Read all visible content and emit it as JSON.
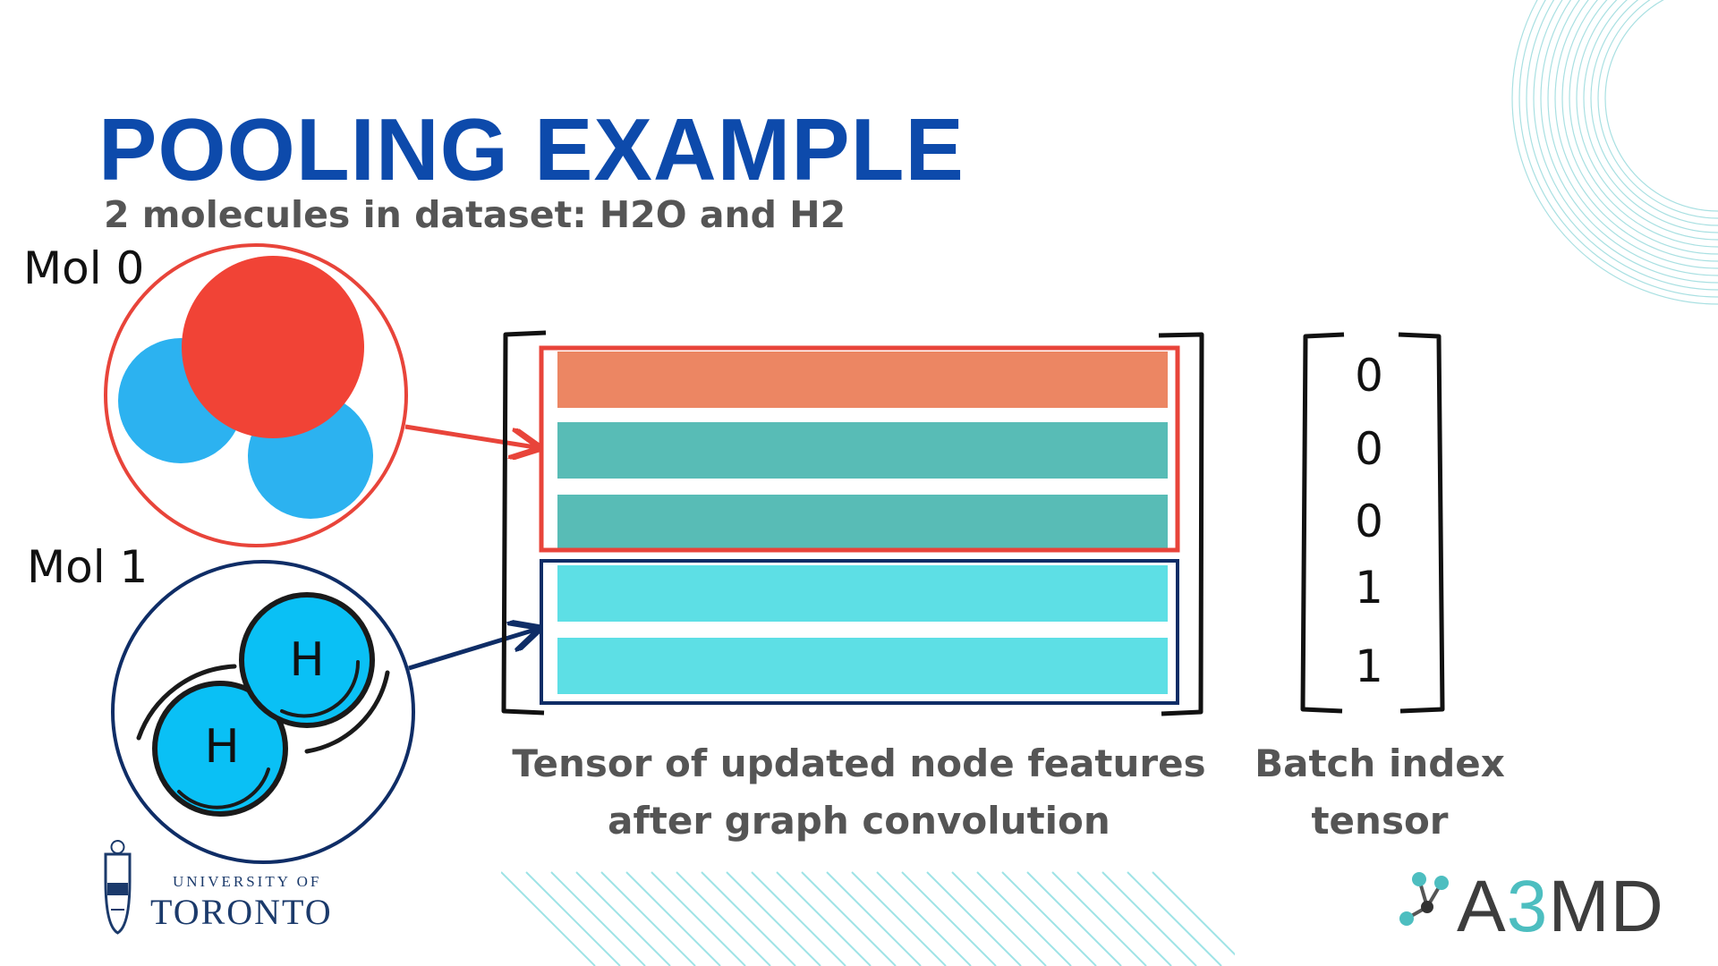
{
  "slide": {
    "title": "POOLING EXAMPLE",
    "subtitle": "2 molecules in dataset: H2O and H2"
  },
  "molecules": [
    {
      "label": "Mol 0",
      "ring_color": "#e8443a",
      "arrow_color": "#e8443a"
    },
    {
      "label": "Mol 1",
      "ring_color": "#0f2d66",
      "arrow_color": "#0f2d66",
      "atom_labels": [
        "H",
        "H"
      ]
    }
  ],
  "feature_tensor": {
    "caption_line1": "Tensor of updated node features",
    "caption_line2": "after graph convolution",
    "row_colors": [
      "#ec8663",
      "#58bcb6",
      "#58bcb6",
      "#5ddfe5",
      "#5ddfe5"
    ],
    "group_colors": [
      "#e8443a",
      "#0f2d66"
    ]
  },
  "batch_tensor": {
    "values": [
      "0",
      "0",
      "0",
      "1",
      "1"
    ],
    "caption_line1": "Batch index",
    "caption_line2": "tensor"
  },
  "logos": {
    "university_small": "UNIVERSITY OF",
    "university_big": "TORONTO",
    "brand_prefix": "A",
    "brand_accent": "3",
    "brand_suffix": "MD"
  },
  "colors": {
    "title": "#0d4aab",
    "text_gray": "#555555",
    "oxygen": "#f14336",
    "hydrogen_water": "#2cb2f0",
    "hydrogen_h2": "#0ac0f5",
    "decor_lines": "#9ee3e6"
  }
}
